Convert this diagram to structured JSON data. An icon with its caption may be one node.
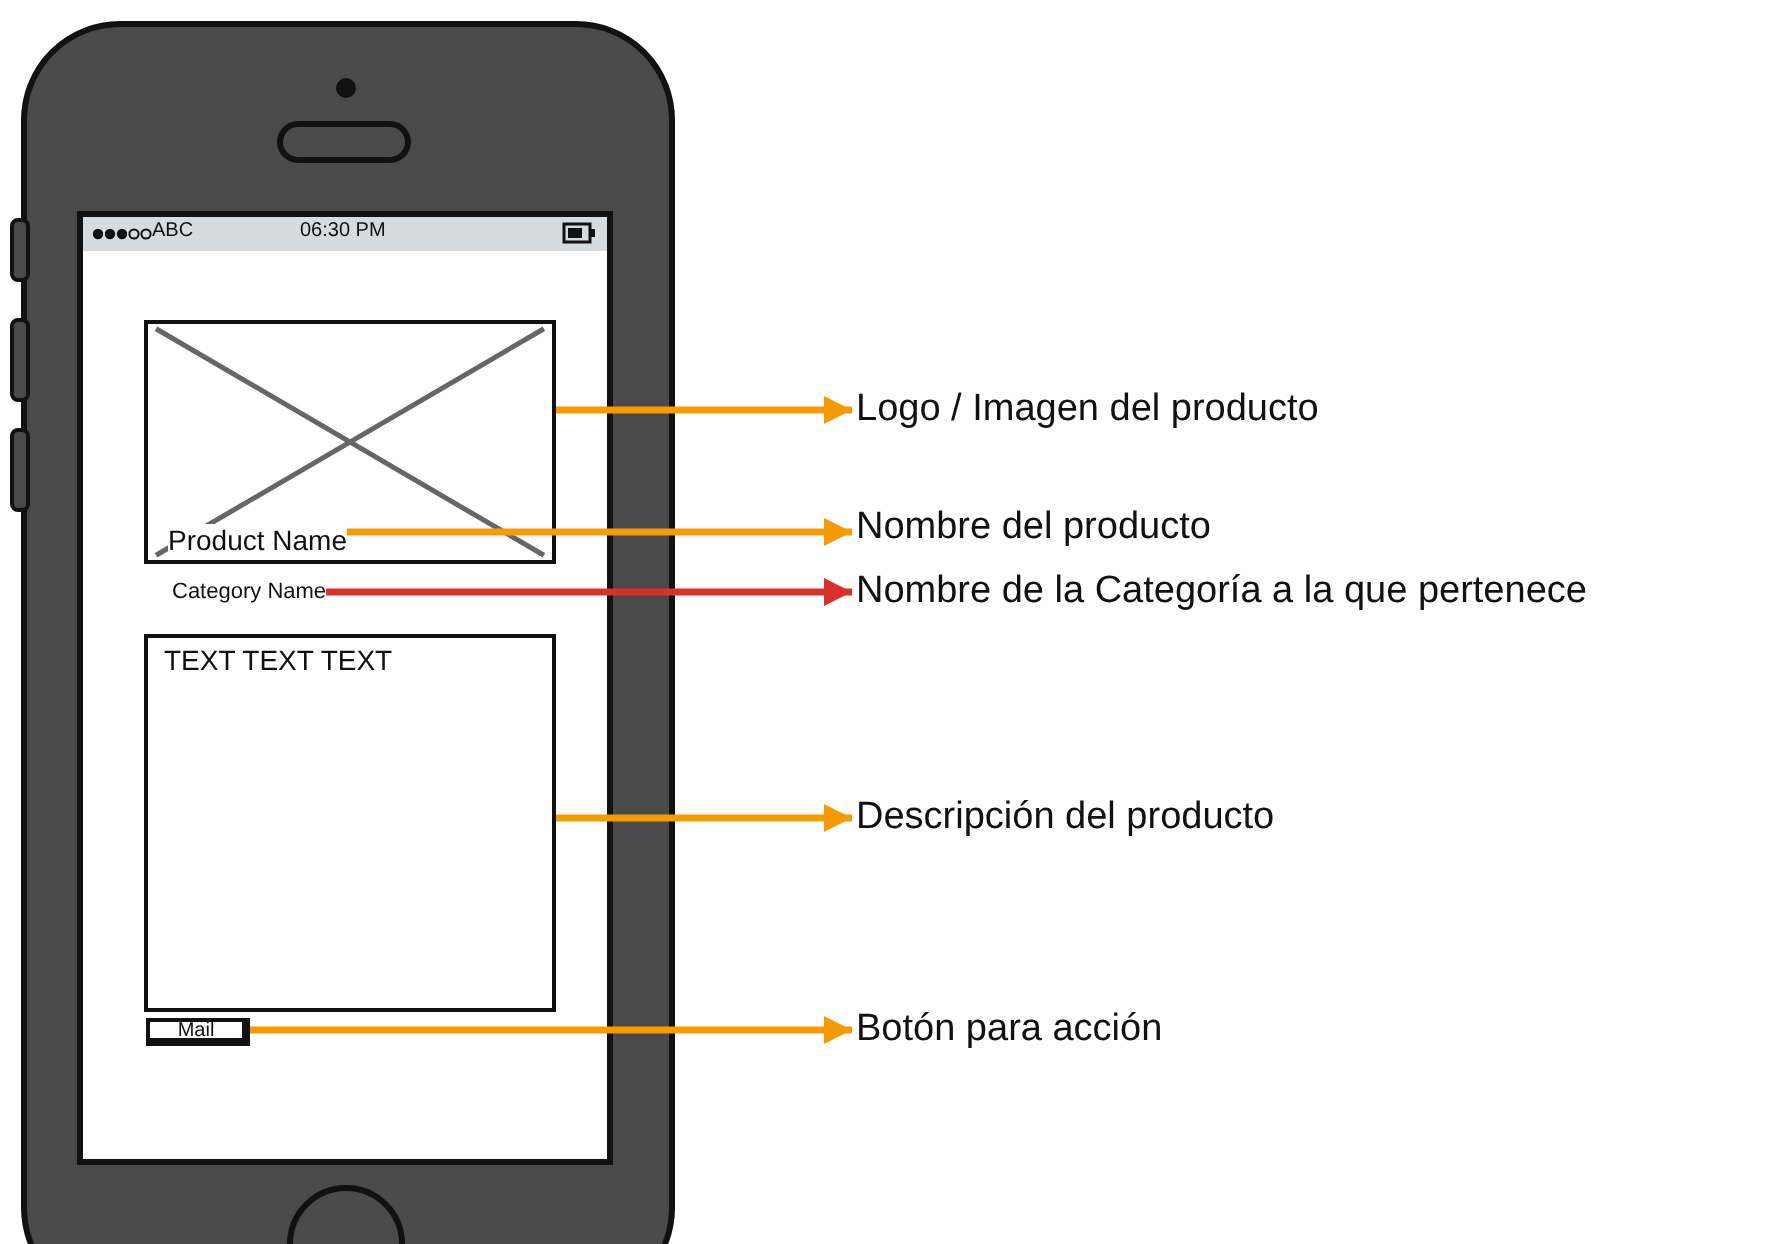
{
  "diagram": {
    "nodes": [
      {
        "text": [],
        "shape": "picture"
      },
      {
        "text": [
          "Product Name"
        ],
        "in": 0
      },
      {
        "text": [
          "Category Name"
        ]
      },
      {
        "text": [
          "TEXT TEXT TEXT"
        ]
      },
      {
        "text": [
          "Mail"
        ]
      },
      {
        "text": [
          "Logo / Imagen del producto"
        ]
      },
      {
        "text": [
          "Nombre del producto"
        ]
      },
      {
        "text": [
          "Nombre de la Categoría a la que pertenece"
        ]
      },
      {
        "text": [
          "Descripción del producto"
        ]
      },
      {
        "text": [
          "Botón para acción"
        ]
      }
    ],
    "edges": [
      {
        "from": 0,
        "to": 5,
        "arrow": "to"
      },
      {
        "from": 1,
        "to": 6,
        "arrow": "to"
      },
      {
        "from": 2,
        "to": 7,
        "arrow": "to",
        "color": "#d9302c"
      },
      {
        "from": 3,
        "to": 8,
        "arrow": "to"
      },
      {
        "from": 4,
        "to": 9,
        "arrow": "to"
      }
    ],
    "labels": [
      "ABC",
      "06:30 PM"
    ]
  }
}
